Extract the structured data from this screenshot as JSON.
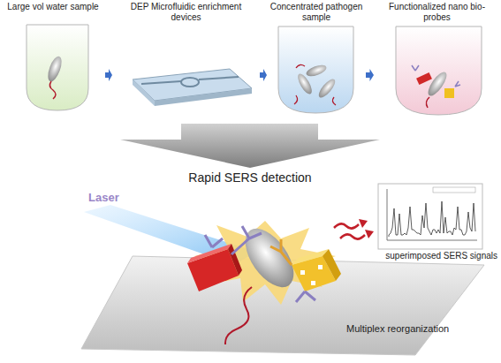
{
  "diagram": {
    "nodes": [
      {
        "text": [
          "Large vol water sample"
        ]
      },
      {
        "text": [
          "DEP Microfluidic enrichment devices"
        ]
      },
      {
        "text": [
          "Concentrated pathogen sample"
        ]
      },
      {
        "text": [
          "Functionalized nano bio-probes"
        ]
      }
    ],
    "edges": [
      {
        "from": 0,
        "to": 1,
        "arrow": "to"
      },
      {
        "from": 1,
        "to": 2,
        "arrow": "to"
      },
      {
        "from": 2,
        "to": 3,
        "arrow": "to"
      }
    ],
    "labels": [
      "Rapid SERS detection",
      "Laser",
      "superimposed SERS signals",
      "Multiplex reorganization"
    ]
  }
}
